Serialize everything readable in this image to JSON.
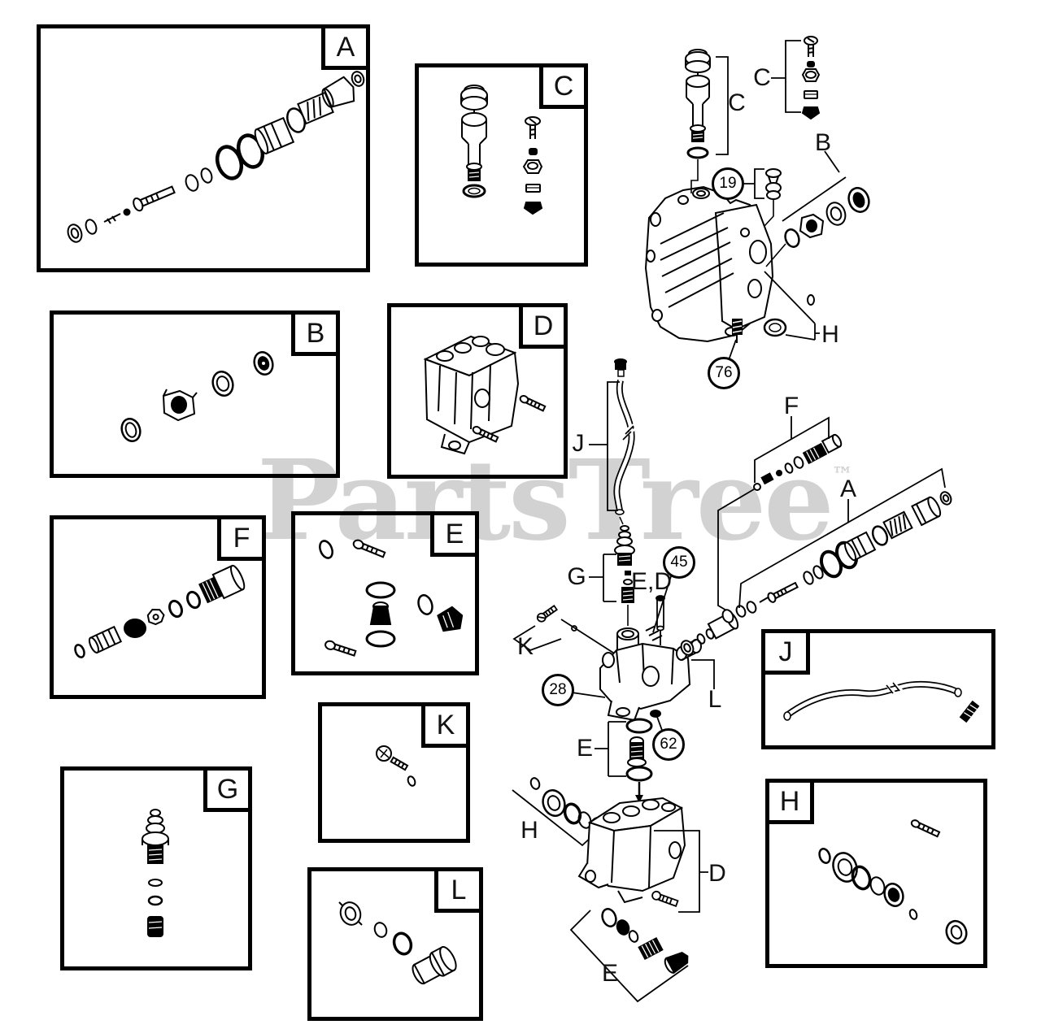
{
  "watermark": {
    "text": "PartsTree",
    "tm": "™"
  },
  "colors": {
    "line": "#000000",
    "watermark": "#d2d2d2",
    "background": "#ffffff"
  },
  "panels": [
    {
      "key": "A",
      "label": "A"
    },
    {
      "key": "C",
      "label": "C"
    },
    {
      "key": "B",
      "label": "B"
    },
    {
      "key": "D",
      "label": "D"
    },
    {
      "key": "F",
      "label": "F"
    },
    {
      "key": "E",
      "label": "E"
    },
    {
      "key": "K",
      "label": "K"
    },
    {
      "key": "G",
      "label": "G"
    },
    {
      "key": "L",
      "label": "L"
    },
    {
      "key": "J",
      "label": "J"
    },
    {
      "key": "H",
      "label": "H"
    }
  ],
  "callouts": {
    "letters": [
      {
        "id": "c-left",
        "text": "C"
      },
      {
        "id": "c-right",
        "text": "C"
      },
      {
        "id": "b",
        "text": "B"
      },
      {
        "id": "h-top",
        "text": "H"
      },
      {
        "id": "j",
        "text": "J"
      },
      {
        "id": "f",
        "text": "F"
      },
      {
        "id": "a",
        "text": "A"
      },
      {
        "id": "g",
        "text": "G"
      },
      {
        "id": "ed",
        "text": "E,D"
      },
      {
        "id": "k",
        "text": "K"
      },
      {
        "id": "l",
        "text": "L"
      },
      {
        "id": "e-mid",
        "text": "E"
      },
      {
        "id": "h-bottom",
        "text": "H"
      },
      {
        "id": "d",
        "text": "D"
      },
      {
        "id": "e-bottom",
        "text": "E"
      }
    ],
    "numbers": [
      {
        "id": "19",
        "text": "19"
      },
      {
        "id": "76",
        "text": "76"
      },
      {
        "id": "45",
        "text": "45"
      },
      {
        "id": "28",
        "text": "28"
      },
      {
        "id": "62",
        "text": "62"
      }
    ]
  }
}
